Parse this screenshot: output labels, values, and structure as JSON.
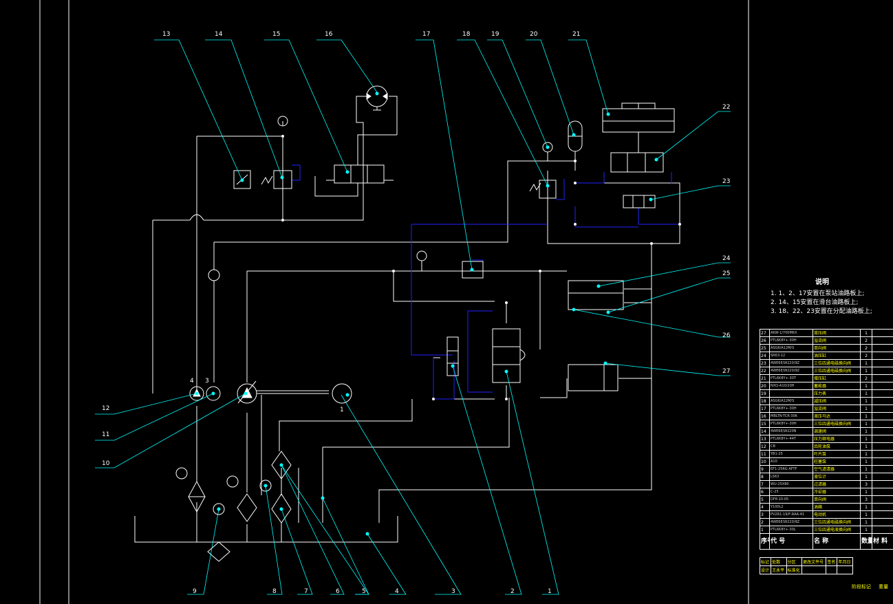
{
  "callouts": {
    "top": [
      "13",
      "14",
      "15",
      "16",
      "17",
      "18",
      "19",
      "20",
      "21"
    ],
    "right": [
      "22",
      "23",
      "24",
      "25",
      "26",
      "27"
    ],
    "left": [
      "12",
      "11",
      "10"
    ],
    "left_pump_labels": [
      "4",
      "3"
    ],
    "motor": "1",
    "bottom": [
      "9",
      "8",
      "7",
      "6",
      "5",
      "4",
      "3",
      "2",
      "1"
    ]
  },
  "notes": {
    "title": "说明",
    "lines": [
      "1. 1、2、17安置在泵站油路板上;",
      "2. 14、15安置在滑台油路板上;",
      "3. 18、22、23安置在分配油路板上;"
    ]
  },
  "bom": {
    "rows": [
      {
        "no": "27",
        "code": "AKW-1/700M6X",
        "name": "背压阀",
        "qty": "1",
        "mat": ""
      },
      {
        "no": "26",
        "code": "PTL6K8Y+-30H",
        "name": "溢流阀",
        "qty": "2",
        "mat": ""
      },
      {
        "no": "25",
        "code": "ASG6/A12M/S",
        "name": "单向阀",
        "qty": "2",
        "mat": ""
      },
      {
        "no": "24",
        "code": "SR63-12",
        "name": "油压缸",
        "qty": "2",
        "mat": ""
      },
      {
        "no": "23",
        "code": "4WE6E/W220/9Z",
        "name": "三位四通电磁换向阀",
        "qty": "1",
        "mat": ""
      },
      {
        "no": "22",
        "code": "4WE6E/W220/9Z",
        "name": "三位四通电磁换向阀",
        "qty": "1",
        "mat": ""
      },
      {
        "no": "21",
        "code": "PTL6K8Y+-30T",
        "name": "增压缸",
        "qty": "2",
        "mat": ""
      },
      {
        "no": "20",
        "code": "NXQ-A10/20H",
        "name": "蓄能器",
        "qty": "1",
        "mat": ""
      },
      {
        "no": "19",
        "code": "",
        "name": "压力表",
        "qty": "1",
        "mat": ""
      },
      {
        "no": "18",
        "code": "ASG6/A12M/S",
        "name": "减压阀",
        "qty": "1",
        "mat": ""
      },
      {
        "no": "17",
        "code": "PTL6K8Y+-30H",
        "name": "溢流阀",
        "qty": "1",
        "mat": ""
      },
      {
        "no": "16",
        "code": "MBLTN-TCR-30K",
        "name": "液压马达",
        "qty": "1",
        "mat": ""
      },
      {
        "no": "15",
        "code": "PTL6K8Y+-30H",
        "name": "三位四通电磁换向阀",
        "qty": "1",
        "mat": ""
      },
      {
        "no": "14",
        "code": "4WE6E/W220N",
        "name": "调速阀",
        "qty": "1",
        "mat": ""
      },
      {
        "no": "13",
        "code": "PTL6K8Y+-44T",
        "name": "压力继电器",
        "qty": "1",
        "mat": ""
      },
      {
        "no": "12",
        "code": "CB",
        "name": "齿轮油泵",
        "qty": "1",
        "mat": ""
      },
      {
        "no": "11",
        "code": "YB1-25",
        "name": "叶片泵",
        "qty": "1",
        "mat": ""
      },
      {
        "no": "10",
        "code": "A10",
        "name": "柱塞泵",
        "qty": "1",
        "mat": ""
      },
      {
        "no": "9",
        "code": "EF1-25RG AFTF",
        "name": "空气滤清器",
        "qty": "1",
        "mat": ""
      },
      {
        "no": "8",
        "code": "LS63",
        "name": "液位计",
        "qty": "1",
        "mat": ""
      },
      {
        "no": "7",
        "code": "WU-25X80",
        "name": "过滤器",
        "qty": "3",
        "mat": ""
      },
      {
        "no": "6",
        "code": "C-25",
        "name": "冷却器",
        "qty": "1",
        "mat": ""
      },
      {
        "no": "5",
        "code": "DF8-10-05",
        "name": "单向阀",
        "qty": "3",
        "mat": ""
      },
      {
        "no": "4",
        "code": "Y100L2",
        "name": "油箱",
        "qty": "1",
        "mat": ""
      },
      {
        "no": "3",
        "code": "PV2R1-19/F-RAA-41",
        "name": "电动机",
        "qty": "1",
        "mat": ""
      },
      {
        "no": "2",
        "code": "4WE6E/W220/9Z",
        "name": "三位四通电磁换向阀",
        "qty": "1",
        "mat": ""
      },
      {
        "no": "1",
        "code": "PTL6K8Y+-30L",
        "name": "三位四通电液换向阀",
        "qty": "1",
        "mat": ""
      }
    ],
    "header": {
      "no": "序号",
      "code": "代 号",
      "name": "名 称",
      "qty": "数量",
      "mat": "材 料"
    }
  },
  "title_block": {
    "row1": [
      "标记",
      "处数",
      "分区",
      "更改文件号",
      "签名",
      "年月日"
    ],
    "row2": [
      "设计",
      "王永平",
      "标准化"
    ],
    "right": "阶段标记",
    "weight": "重量"
  },
  "colors": {
    "background": "#000000",
    "leader": "#00ffff",
    "line": "#ffffff",
    "pilot": "#0000ff",
    "dot": "#00ffff"
  }
}
